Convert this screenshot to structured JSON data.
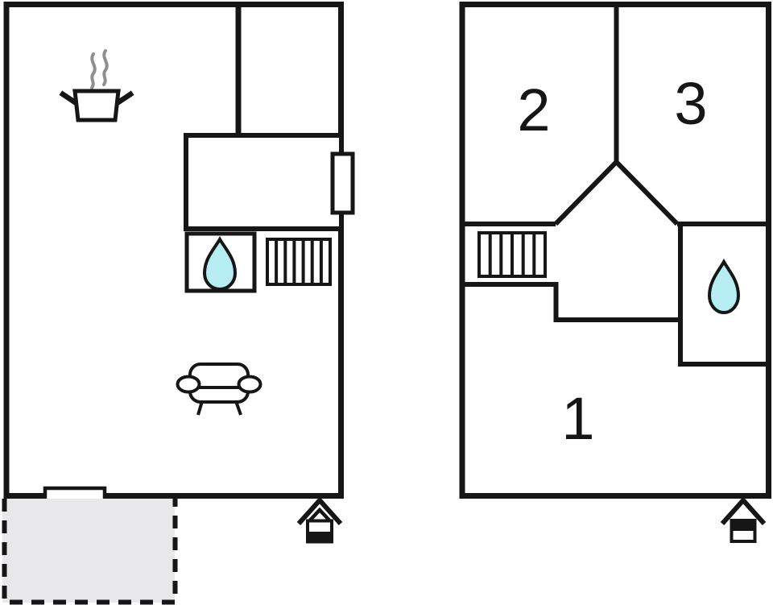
{
  "colors": {
    "line": "#161616",
    "water_drop": "#b5edf3",
    "terrace_fill": "#e8e8ea",
    "steam": "#8f8f8f"
  },
  "ground_floor": {
    "features": [
      "cooking-pot-icon",
      "steam-icon",
      "kitchen-counter",
      "window",
      "sink-water-drop-icon",
      "staircase",
      "sofa-icon",
      "entrance-door",
      "terrace-dashed-area",
      "house-entrance-marker-ground"
    ]
  },
  "upper_floor": {
    "room_labels": {
      "room1": "1",
      "room2": "2",
      "room3": "3"
    },
    "features": [
      "staircase",
      "landing-wall",
      "bathroom-water-drop-icon",
      "house-entrance-marker-upper"
    ]
  }
}
